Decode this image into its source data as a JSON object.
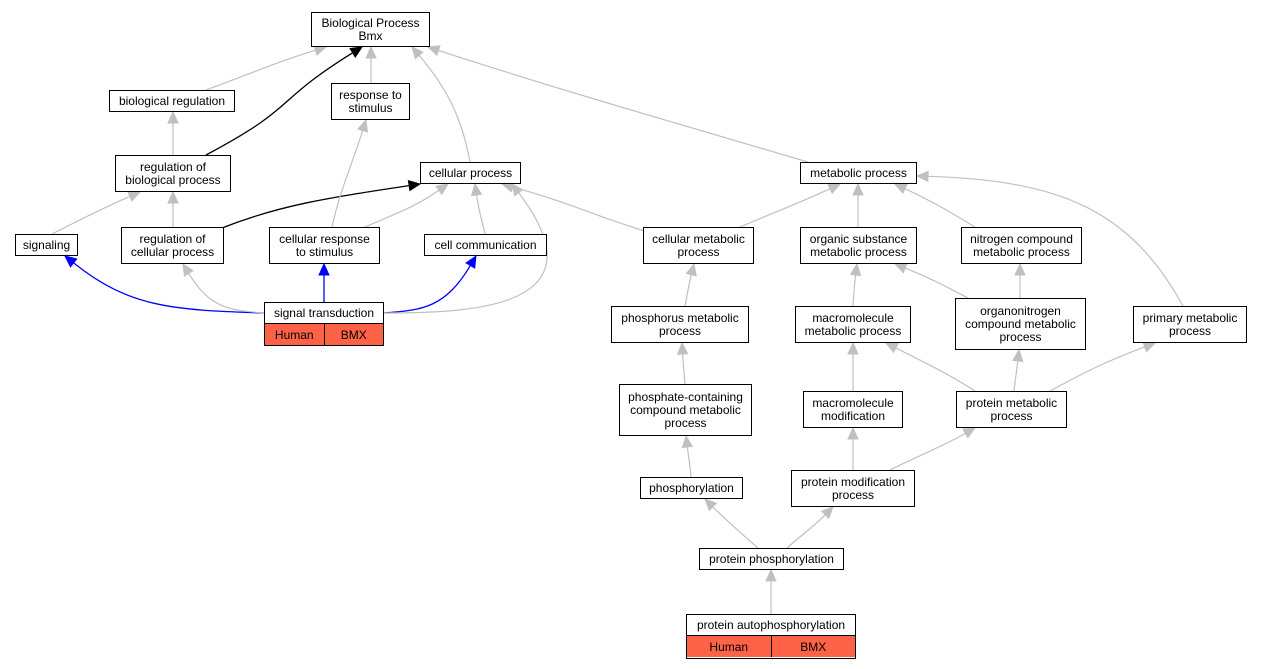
{
  "colors": {
    "edge_default": "#c0c0c0",
    "edge_black": "#000000",
    "edge_blue": "#0000ff",
    "tag_fill": "#ff6347"
  },
  "nodes": {
    "bp": "Biological Process\nBmx",
    "biological_regulation": "biological regulation",
    "response_to_stimulus": "response to\nstimulus",
    "regulation_of_biological_process": "regulation of\nbiological process",
    "cellular_process": "cellular process",
    "metabolic_process": "metabolic process",
    "signaling": "signaling",
    "regulation_of_cellular_process": "regulation of\ncellular process",
    "cellular_response_to_stimulus": "cellular response\nto stimulus",
    "cell_communication": "cell communication",
    "cellular_metabolic_process": "cellular metabolic\nprocess",
    "organic_substance_metabolic_process": "organic substance\nmetabolic process",
    "nitrogen_compound_metabolic_process": "nitrogen compound\nmetabolic process",
    "signal_transduction": {
      "label": "signal transduction",
      "tag1": "Human",
      "tag2": "BMX"
    },
    "phosphorus_metabolic_process": "phosphorus metabolic\nprocess",
    "macromolecule_metabolic_process": "macromolecule\nmetabolic process",
    "organonitrogen_compound_metabolic_process": "organonitrogen\ncompound metabolic\nprocess",
    "primary_metabolic_process": "primary metabolic\nprocess",
    "phosphate_containing_compound_metabolic_process": "phosphate-containing\ncompound metabolic\nprocess",
    "macromolecule_modification": "macromolecule\nmodification",
    "protein_metabolic_process": "protein metabolic\nprocess",
    "phosphorylation": "phosphorylation",
    "protein_modification_process": "protein modification\nprocess",
    "protein_phosphorylation": "protein phosphorylation",
    "protein_autophosphorylation": {
      "label": "protein autophosphorylation",
      "tag1": "Human",
      "tag2": "BMX"
    }
  },
  "edges": [
    {
      "from": "biological_regulation",
      "to": "bp",
      "style": "default"
    },
    {
      "from": "response_to_stimulus",
      "to": "bp",
      "style": "default"
    },
    {
      "from": "cellular_process",
      "to": "bp",
      "style": "default"
    },
    {
      "from": "metabolic_process",
      "to": "bp",
      "style": "default"
    },
    {
      "from": "regulation_of_biological_process",
      "to": "bp",
      "style": "black"
    },
    {
      "from": "regulation_of_biological_process",
      "to": "biological_regulation",
      "style": "default"
    },
    {
      "from": "signaling",
      "to": "regulation_of_biological_process",
      "style": "default"
    },
    {
      "from": "regulation_of_cellular_process",
      "to": "regulation_of_biological_process",
      "style": "default"
    },
    {
      "from": "regulation_of_cellular_process",
      "to": "cellular_process",
      "style": "black"
    },
    {
      "from": "cellular_response_to_stimulus",
      "to": "response_to_stimulus",
      "style": "default"
    },
    {
      "from": "cellular_response_to_stimulus",
      "to": "cellular_process",
      "style": "default"
    },
    {
      "from": "cell_communication",
      "to": "cellular_process",
      "style": "default"
    },
    {
      "from": "cellular_metabolic_process",
      "to": "cellular_process",
      "style": "default"
    },
    {
      "from": "cellular_metabolic_process",
      "to": "metabolic_process",
      "style": "default"
    },
    {
      "from": "organic_substance_metabolic_process",
      "to": "metabolic_process",
      "style": "default"
    },
    {
      "from": "nitrogen_compound_metabolic_process",
      "to": "metabolic_process",
      "style": "default"
    },
    {
      "from": "primary_metabolic_process",
      "to": "metabolic_process",
      "style": "default"
    },
    {
      "from": "signal_transduction",
      "to": "signaling",
      "style": "blue"
    },
    {
      "from": "signal_transduction",
      "to": "regulation_of_cellular_process",
      "style": "default"
    },
    {
      "from": "signal_transduction",
      "to": "cellular_response_to_stimulus",
      "style": "blue"
    },
    {
      "from": "signal_transduction",
      "to": "cell_communication",
      "style": "blue"
    },
    {
      "from": "signal_transduction",
      "to": "cellular_process",
      "style": "default"
    },
    {
      "from": "phosphorus_metabolic_process",
      "to": "cellular_metabolic_process",
      "style": "default"
    },
    {
      "from": "macromolecule_metabolic_process",
      "to": "organic_substance_metabolic_process",
      "style": "default"
    },
    {
      "from": "organonitrogen_compound_metabolic_process",
      "to": "organic_substance_metabolic_process",
      "style": "default"
    },
    {
      "from": "organonitrogen_compound_metabolic_process",
      "to": "nitrogen_compound_metabolic_process",
      "style": "default"
    },
    {
      "from": "phosphate_containing_compound_metabolic_process",
      "to": "phosphorus_metabolic_process",
      "style": "default"
    },
    {
      "from": "macromolecule_modification",
      "to": "macromolecule_metabolic_process",
      "style": "default"
    },
    {
      "from": "protein_metabolic_process",
      "to": "macromolecule_metabolic_process",
      "style": "default"
    },
    {
      "from": "protein_metabolic_process",
      "to": "organonitrogen_compound_metabolic_process",
      "style": "default"
    },
    {
      "from": "protein_metabolic_process",
      "to": "primary_metabolic_process",
      "style": "default"
    },
    {
      "from": "phosphorylation",
      "to": "phosphate_containing_compound_metabolic_process",
      "style": "default"
    },
    {
      "from": "protein_modification_process",
      "to": "macromolecule_modification",
      "style": "default"
    },
    {
      "from": "protein_modification_process",
      "to": "protein_metabolic_process",
      "style": "default"
    },
    {
      "from": "protein_phosphorylation",
      "to": "phosphorylation",
      "style": "default"
    },
    {
      "from": "protein_phosphorylation",
      "to": "protein_modification_process",
      "style": "default"
    },
    {
      "from": "protein_autophosphorylation",
      "to": "protein_phosphorylation",
      "style": "default"
    }
  ]
}
